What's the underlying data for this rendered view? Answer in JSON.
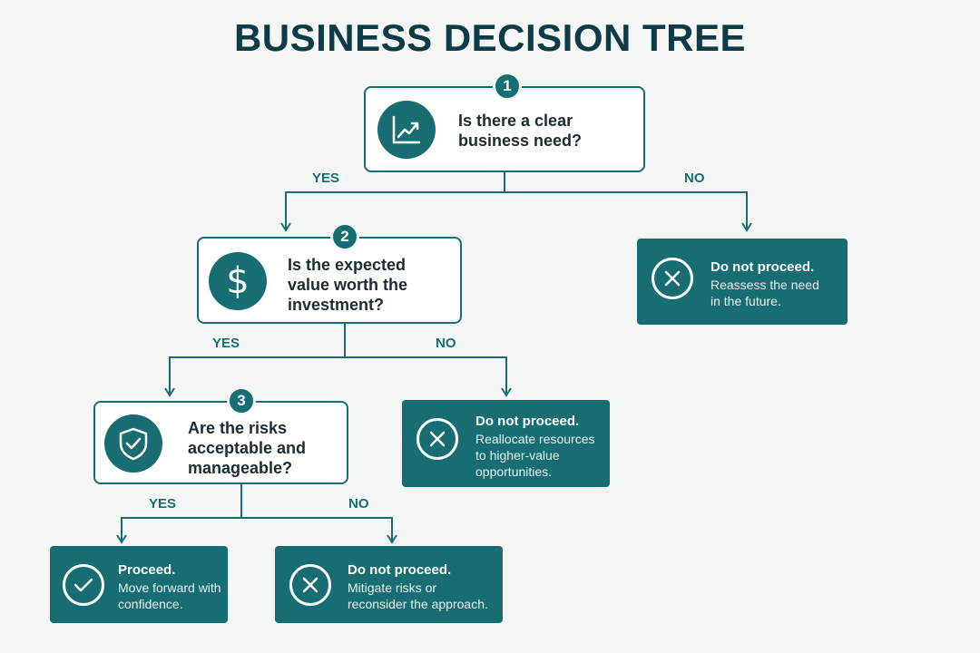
{
  "title": "BUSINESS DECISION TREE",
  "colors": {
    "accent": "#176d72",
    "title": "#0f3b47",
    "background": "#f5f7f6"
  },
  "questions": [
    {
      "number": "1",
      "icon": "trend-chart-icon",
      "text": [
        "Is there a clear",
        "business need?"
      ]
    },
    {
      "number": "2",
      "icon": "dollar-sign-icon",
      "text": [
        "Is the expected",
        "value worth the",
        "investment?"
      ]
    },
    {
      "number": "3",
      "icon": "shield-check-icon",
      "text": [
        "Are the risks",
        "acceptable and",
        "manageable?"
      ]
    }
  ],
  "branch_labels": {
    "q1_yes": "YES",
    "q1_no": "NO",
    "q2_yes": "YES",
    "q2_no": "NO",
    "q3_yes": "YES",
    "q3_no": "NO"
  },
  "outcomes": [
    {
      "icon": "x-circle-icon",
      "title": "Do not proceed.",
      "description": [
        "Reassess the need",
        "in the future."
      ]
    },
    {
      "icon": "x-circle-icon",
      "title": "Do not proceed.",
      "description": [
        "Reallocate resources",
        "to higher-value",
        "opportunities."
      ]
    },
    {
      "icon": "check-circle-icon",
      "title": "Proceed.",
      "description": [
        "Move forward with",
        "confidence."
      ]
    },
    {
      "icon": "x-circle-icon",
      "title": "Do not proceed.",
      "description": [
        "Mitigate risks or",
        "reconsider the approach."
      ]
    }
  ]
}
